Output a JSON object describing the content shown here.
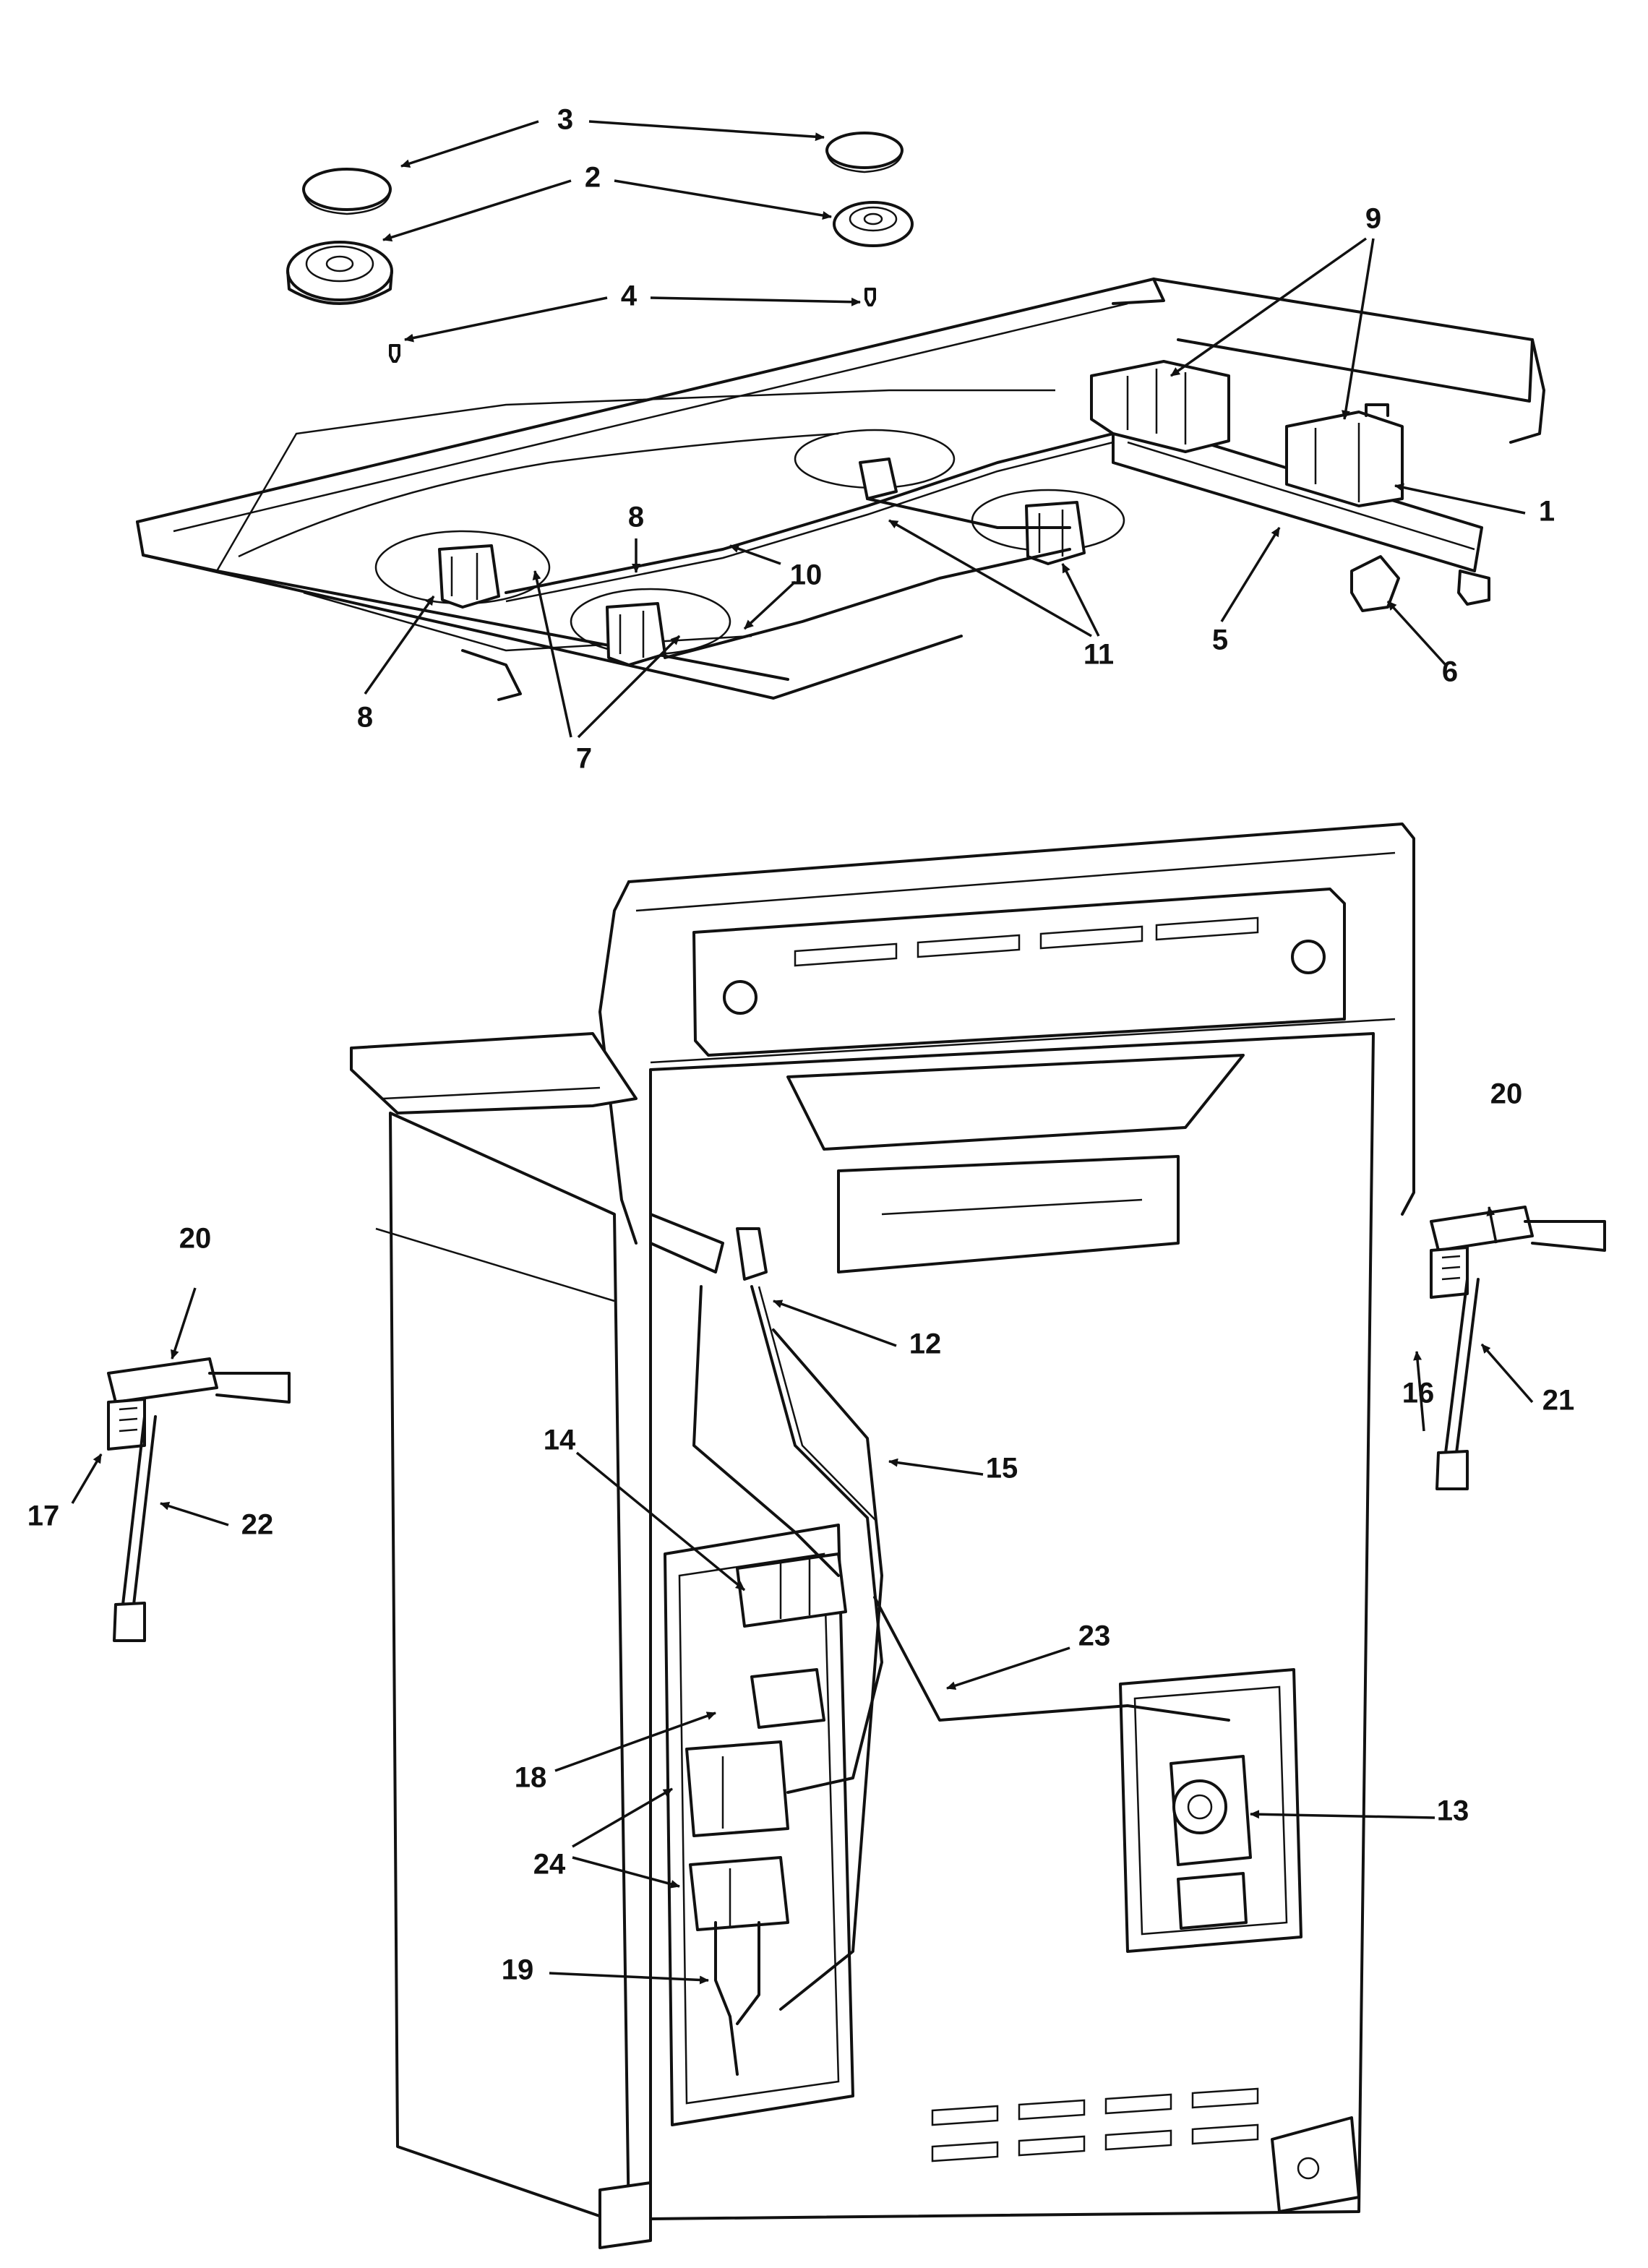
{
  "callouts": {
    "c1": "1",
    "c2": "2",
    "c3": "3",
    "c4": "4",
    "c5": "5",
    "c6": "6",
    "c7": "7",
    "c8": "8",
    "c9": "9",
    "c10": "10",
    "c11": "11",
    "c12": "12",
    "c13": "13",
    "c14": "14",
    "c15": "15",
    "c16": "16",
    "c17": "17",
    "c18": "18",
    "c19": "19",
    "c20": "20",
    "c21": "21",
    "c22": "22",
    "c23": "23",
    "c24": "24"
  },
  "colors": {
    "line": "#111111",
    "background": "#ffffff"
  }
}
